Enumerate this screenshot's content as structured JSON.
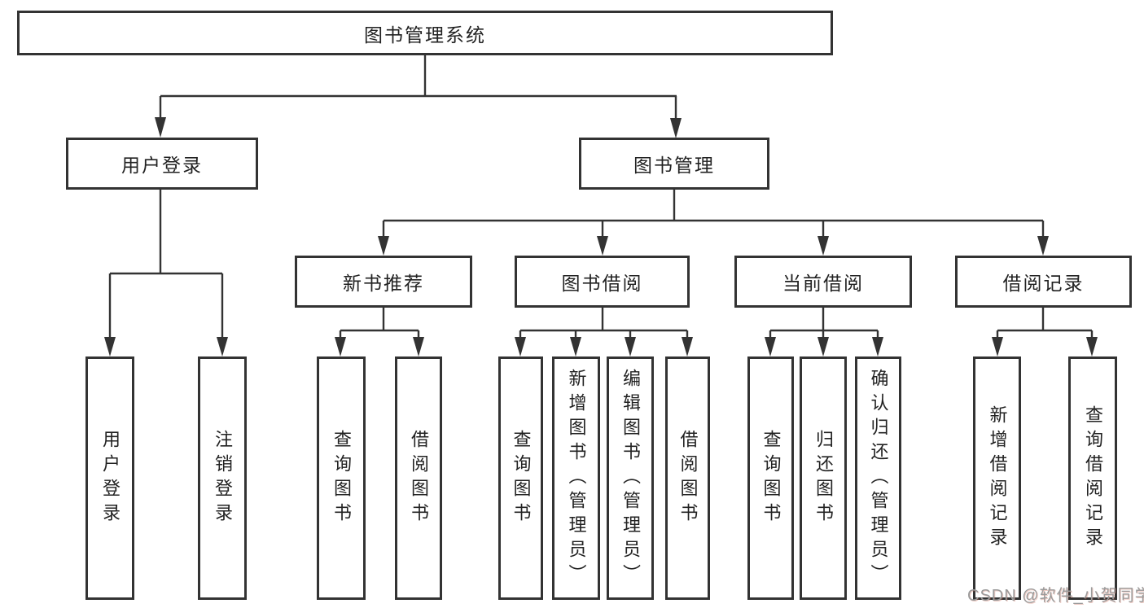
{
  "colors": {
    "background": "#ffffff",
    "line": "#333333",
    "text": "#222222",
    "watermark": "#9b9b9b"
  },
  "tree": {
    "root": {
      "label": "图书管理系统"
    },
    "branches": [
      {
        "label": "用户登录",
        "children": [
          {
            "label": "用户登录"
          },
          {
            "label": "注销登录"
          }
        ]
      },
      {
        "label": "图书管理",
        "children": [
          {
            "label": "新书推荐",
            "children": [
              {
                "label": "查询图书"
              },
              {
                "label": "借阅图书"
              }
            ]
          },
          {
            "label": "图书借阅",
            "children": [
              {
                "label": "查询图书"
              },
              {
                "label": "新增图书（管理员）"
              },
              {
                "label": "编辑图书（管理员）"
              },
              {
                "label": "借阅图书"
              }
            ]
          },
          {
            "label": "当前借阅",
            "children": [
              {
                "label": "查询图书"
              },
              {
                "label": "归还图书"
              },
              {
                "label": "确认归还（管理员）"
              }
            ]
          },
          {
            "label": "借阅记录",
            "children": [
              {
                "label": "新增借阅记录"
              },
              {
                "label": "查询借阅记录"
              }
            ]
          }
        ]
      }
    ]
  },
  "watermark": {
    "text": "CSDN @软件_小贺同学"
  }
}
